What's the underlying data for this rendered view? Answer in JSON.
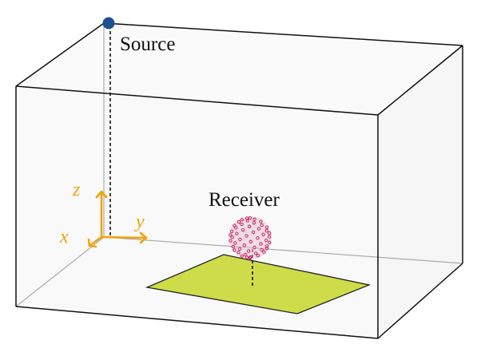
{
  "labels": {
    "source": "Source",
    "receiver": "Receiver"
  },
  "axes": {
    "x": "x",
    "y": "y",
    "z": "z"
  },
  "colors": {
    "box_edge": "#111111",
    "box_face": "#f2f2f2",
    "source_dot": "#1d4f91",
    "axis": "#f2a20a",
    "receiver_points": "#c2185b",
    "receiver_fill": "#e8c2cf",
    "floor_patch": "#cfdc4a"
  }
}
